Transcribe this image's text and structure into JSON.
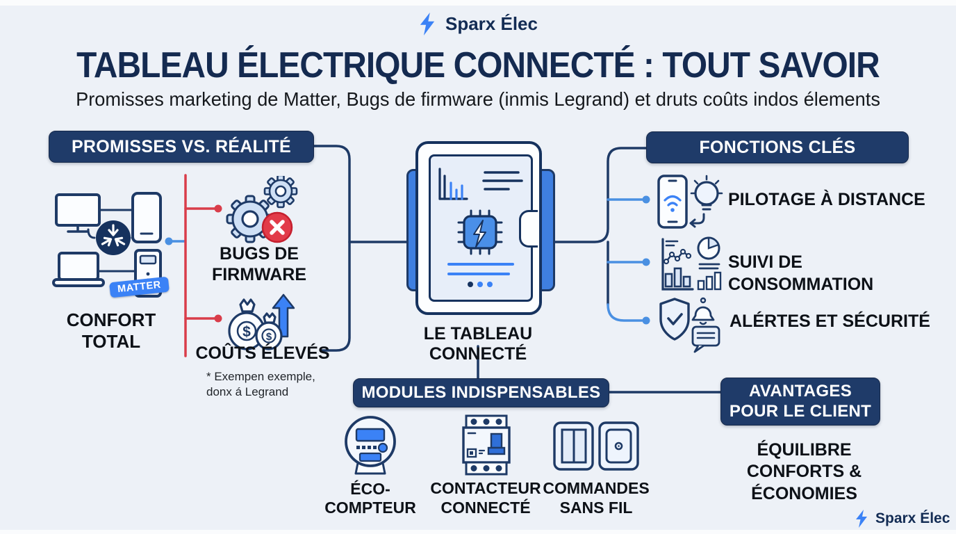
{
  "brand": {
    "name": "Sparx Élec"
  },
  "header": {
    "title": "TABLEAU ÉLECTRIQUE CONNECTÉ : TOUT SAVOIR",
    "subtitle": "Promisses marketing de Matter, Bugs de firmware (inmis Legrand) et druts coûts indos élements"
  },
  "promises": {
    "header": "PROMISSES VS. RÉALITÉ",
    "matter_badge": "MATTER",
    "confort": [
      "CONFORT",
      "TOTAL"
    ],
    "bugs": [
      "BUGS DE",
      "FIRMWARE"
    ],
    "couts": "COÛTS ÉLEVÉS",
    "footnote": [
      "* Exempen exemple,",
      "donx á Legrand"
    ]
  },
  "center": {
    "label": "LE TABLEAU CONNECTÉ"
  },
  "fonctions": {
    "header": "FONCTIONS CLÉS",
    "items": [
      {
        "label": "PILOTAGE À DISTANCE",
        "icon": "smartphone-wifi-lightbulb"
      },
      {
        "label": "SUIVI DE CONSOMMATION",
        "icon": "charts-pie"
      },
      {
        "label": "ALÉRTES ET SÉCURITÉ",
        "icon": "shield-bell-bubble"
      }
    ]
  },
  "modules": {
    "header": "MODULES INDISPENSABLES",
    "items": [
      {
        "label": "ÉCO-COMPTEUR",
        "icon": "energy-meter"
      },
      {
        "label": [
          "CONTACTEUR",
          "CONNECTÉ"
        ],
        "icon": "contactor"
      },
      {
        "label": [
          "COMMANDES",
          "SANS FIL"
        ],
        "icon": "wireless-switches"
      }
    ]
  },
  "avantages": {
    "header": [
      "AVANTAGES",
      "POUR LE CLIENT"
    ],
    "body": [
      "ÉQUILIBRE",
      "CONFORTS & ÉCONOMIES"
    ]
  },
  "colors": {
    "background": "#edf1f7",
    "navy": "#1e3a66",
    "title_navy": "#142a50",
    "blue": "#3b82f6",
    "connector_blue": "#4a90e2",
    "red": "#d93d4a",
    "black": "#0d1117"
  }
}
